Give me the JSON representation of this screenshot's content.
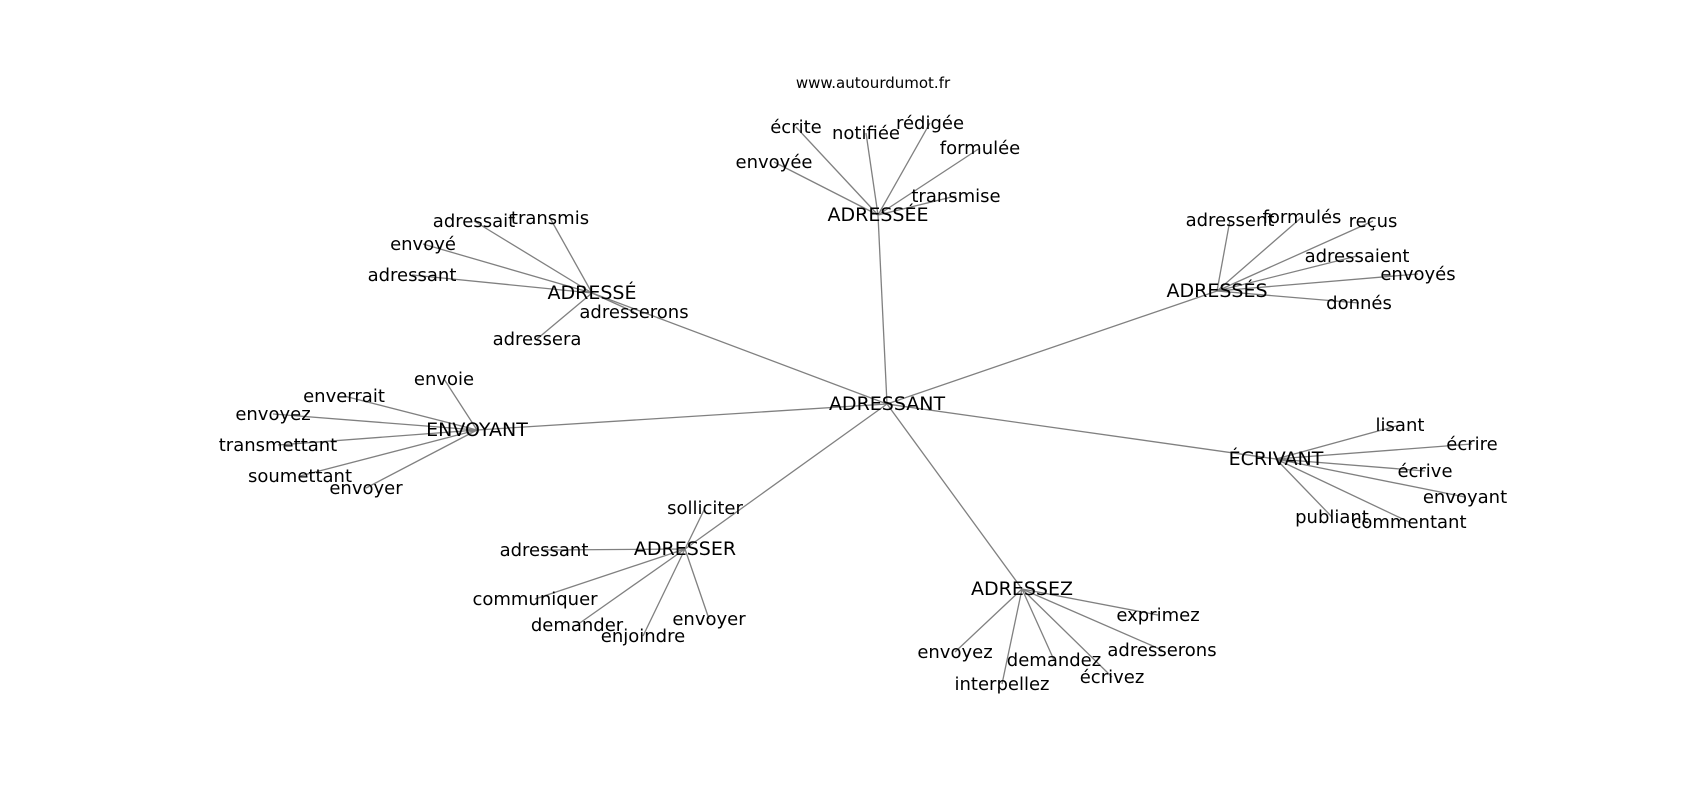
{
  "site": "www.autourdumot.fr",
  "center": "ADRESSANT",
  "hubs": [
    {
      "label": "ADRESSÉE",
      "words": [
        "écrite",
        "notifiée",
        "rédigée",
        "formulée",
        "envoyée",
        "transmise"
      ]
    },
    {
      "label": "ADRESSÉ",
      "words": [
        "adressait",
        "transmis",
        "envoyé",
        "adressant",
        "adresserons",
        "adressera"
      ]
    },
    {
      "label": "ADRESSÉS",
      "words": [
        "adressent",
        "formulés",
        "reçus",
        "adressaient",
        "envoyés",
        "donnés"
      ]
    },
    {
      "label": "ENVOYANT",
      "words": [
        "envoie",
        "enverrait",
        "envoyez",
        "transmettant",
        "soumettant",
        "envoyer"
      ]
    },
    {
      "label": "ÉCRIVANT",
      "words": [
        "lisant",
        "écrire",
        "écrive",
        "envoyant",
        "publiant",
        "commentant"
      ]
    },
    {
      "label": "ADRESSER",
      "words": [
        "solliciter",
        "adressant",
        "communiquer",
        "demander",
        "enjoindre",
        "envoyer"
      ]
    },
    {
      "label": "ADRESSEZ",
      "words": [
        "exprimez",
        "envoyez",
        "demandez",
        "adresserons",
        "écrivez",
        "interpellez"
      ]
    }
  ]
}
